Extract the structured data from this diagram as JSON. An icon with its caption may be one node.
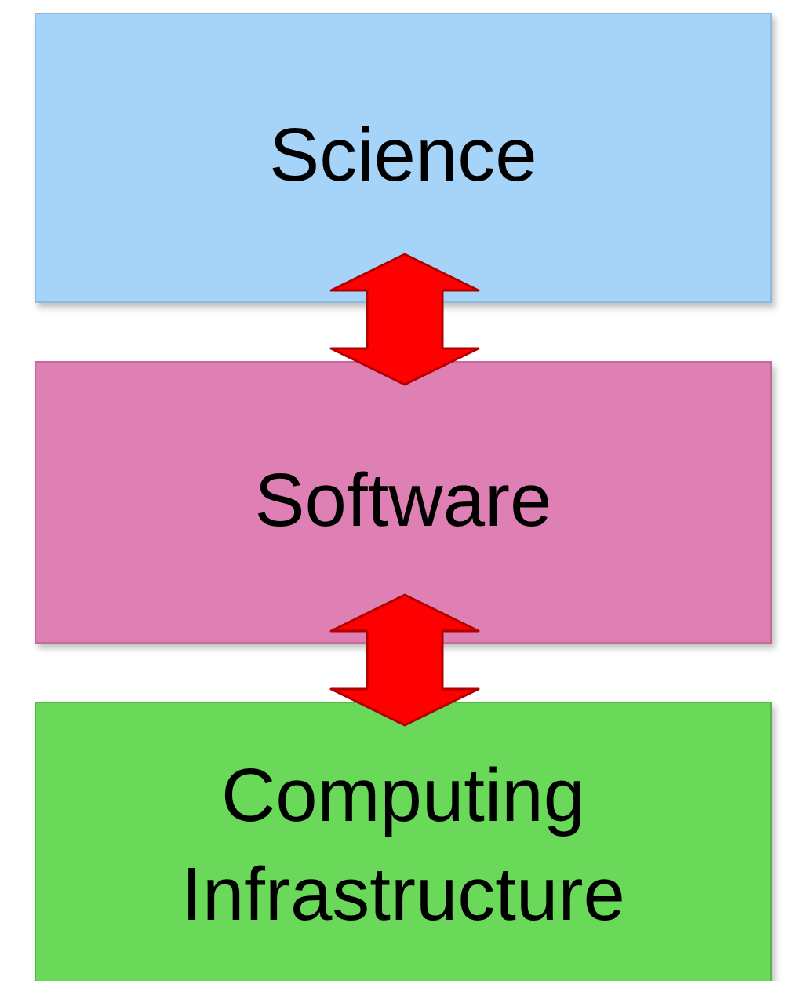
{
  "diagram": {
    "nodes": [
      {
        "text": [
          "Science"
        ]
      },
      {
        "text": [
          "Software"
        ]
      },
      {
        "text": [
          "Computing Infrastructure"
        ]
      }
    ],
    "edges": [
      {
        "from": 0,
        "to": 1,
        "arrow": "both"
      },
      {
        "from": 1,
        "to": 2,
        "arrow": "both"
      }
    ]
  }
}
